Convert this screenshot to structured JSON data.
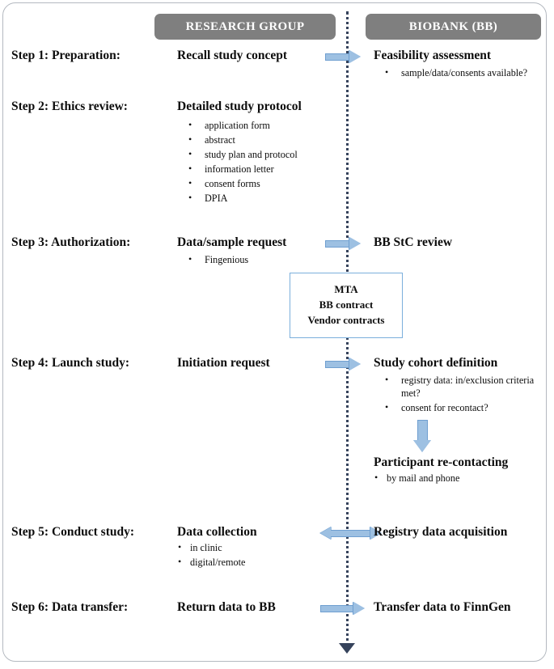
{
  "diagram": {
    "title": "Recall study workflow between research group and biobank",
    "colors": {
      "header_fill": "#7f7f7f",
      "header_text": "#ffffff",
      "arrow_fill": "#9dc0e2",
      "arrow_stroke": "#6f9fd0",
      "divider": "#36435c",
      "mta_border": "#7bafdc",
      "frame_border": "#b4b9c0"
    },
    "columns": {
      "left_header": "RESEARCH GROUP",
      "right_header": "BIOBANK (BB)"
    },
    "steps": [
      {
        "label": "Step 1: Preparation:",
        "left": {
          "heading": "Recall study concept",
          "bullets": []
        },
        "connector": "arrow-right",
        "right": {
          "heading": "Feasibility assessment",
          "bullets": [
            "sample/data/consents available?"
          ]
        }
      },
      {
        "label": "Step 2: Ethics review:",
        "left": {
          "heading": "Detailed study protocol",
          "bullets": [
            "application form",
            "abstract",
            "study plan and protocol",
            "information letter",
            "consent forms",
            "DPIA"
          ]
        },
        "connector": "none",
        "right": {
          "heading": "",
          "bullets": []
        }
      },
      {
        "label": "Step 3: Authorization:",
        "left": {
          "heading": "Data/sample request",
          "bullets": [
            "Fingenious"
          ]
        },
        "connector": "arrow-right",
        "right": {
          "heading": "BB StC review",
          "bullets": []
        }
      },
      {
        "label": "Step 4: Launch study:",
        "left": {
          "heading": "Initiation request",
          "bullets": []
        },
        "connector": "arrow-right",
        "right": {
          "heading": "Study cohort definition",
          "bullets": [
            "registry data: in/exclusion criteria met?",
            "consent for recontact?"
          ]
        }
      },
      {
        "label": "Step 5: Conduct study:",
        "left": {
          "heading": "Data collection",
          "bullets": [
            "in clinic",
            "digital/remote"
          ]
        },
        "connector": "arrow-double",
        "right": {
          "heading": "Registry data acquisition",
          "bullets": []
        }
      },
      {
        "label": "Step 6: Data transfer:",
        "left": {
          "heading": "Return data to BB",
          "bullets": []
        },
        "connector": "arrow-right",
        "right": {
          "heading": "Transfer data to FinnGen",
          "bullets": []
        }
      }
    ],
    "contract_box": {
      "line1": "MTA",
      "line2": "BB contract",
      "line3": "Vendor contracts"
    },
    "participant_block": {
      "heading": "Participant re-contacting",
      "bullets": [
        "by mail and phone"
      ]
    }
  }
}
